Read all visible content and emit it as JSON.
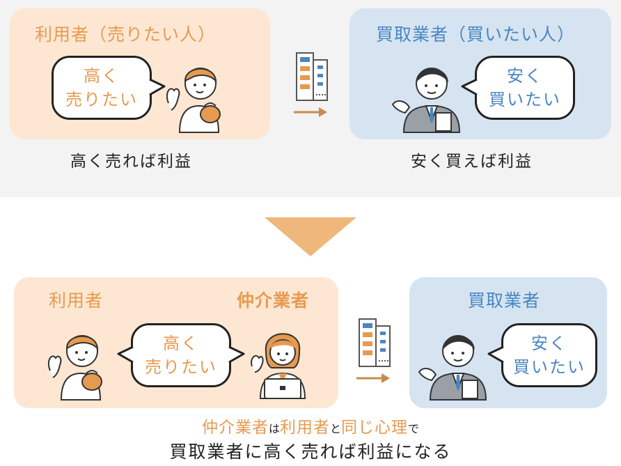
{
  "top": {
    "user_title": "利用者（売りたい人）",
    "buyer_title": "買取業者（買いたい人）",
    "user_bubble": [
      "高く",
      "売りたい"
    ],
    "buyer_bubble": [
      "安く",
      "買いたい"
    ],
    "user_caption": "高く売れば利益",
    "buyer_caption": "安く買えば利益"
  },
  "bottom": {
    "user_title": "利用者",
    "broker_title": "仲介業者",
    "buyer_title": "買取業者",
    "bubble": [
      "高く",
      "売りたい"
    ],
    "buyer_bubble": [
      "安く",
      "買いたい"
    ],
    "line1": {
      "part1": "仲介業者",
      "part2": "は",
      "part3": "利用者",
      "part4": "と",
      "part5": "同じ心理",
      "part6": "で"
    },
    "line2": "買取業者に高く売れば利益になる"
  },
  "colors": {
    "orange": "#e69a50",
    "blue": "#4a86c2",
    "orange_panel": "#fde7d2",
    "blue_panel": "#d6e4f1"
  }
}
